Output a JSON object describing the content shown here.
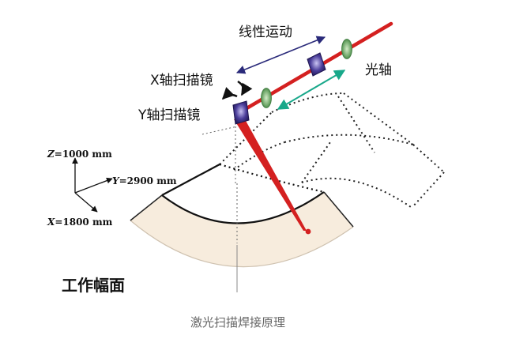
{
  "labels": {
    "linear_motion": "线性运动",
    "optical_axis": "光轴",
    "x_scanner": "X轴扫描镜",
    "y_scanner": "Y轴扫描镜",
    "work_plane": "工作幅面",
    "caption": "激光扫描焊接原理"
  },
  "axes": {
    "z": {
      "name": "Z",
      "value": "=1000 mm"
    },
    "y": {
      "name": "Y",
      "value": "=2900 mm"
    },
    "x": {
      "name": "X",
      "value": "=1800 mm"
    }
  },
  "colors": {
    "laser": "#d42020",
    "mirror": "#3a2f8a",
    "lens": "#6fa86a",
    "motion_arrow": "#2a2a7a",
    "optical_arrow": "#18a88a",
    "surface_fill": "#f7ecdd"
  }
}
